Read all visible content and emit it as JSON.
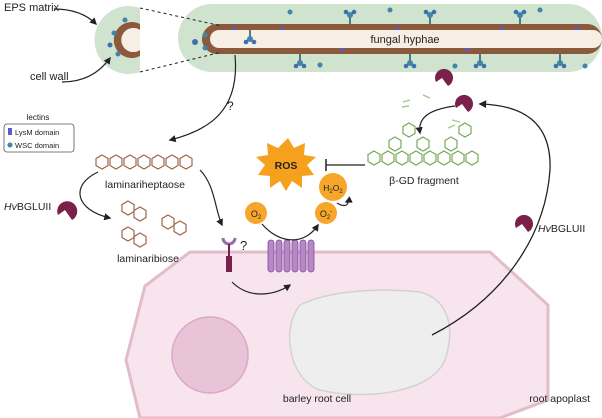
{
  "labels": {
    "eps_matrix": "EPS matrix",
    "cell_wall": "cell wall",
    "fungal_hyphae": "fungal hyphae",
    "question_top": "?",
    "question_receptor": "?",
    "lectins_title": "lectins",
    "lysm_domain": "LysM domain",
    "wsc_domain": "WSC domain",
    "hvbglu_left_italic": "Hv",
    "hvbglu_left_rest": "BGLUII",
    "hvbglu_right_italic": "Hv",
    "hvbglu_right_rest": "BGLUII",
    "laminariheptaose": "laminariheptaose",
    "laminaribiose": "laminaribiose",
    "ros": "ROS",
    "h2o2_h": "H",
    "h2o2_sub1": "2",
    "h2o2_o": "O",
    "h2o2_sub2": "2",
    "o2_left_o": "O",
    "o2_left_sub": "2",
    "o2_right_o": "O",
    "o2_right_sub": "2",
    "o2_right_sup": "-",
    "beta_gd_fragment": "β-GD fragment",
    "barley_root_cell": "barley root cell",
    "root_apoplast": "root apoplast"
  },
  "colors": {
    "eps": "#cfe3cf",
    "wall": "#8b5a3c",
    "hyphae_fill": "#f7eee4",
    "cell_fill": "#f8e4ec",
    "cell_stroke": "#e2bccb",
    "nucleus": "#e9c3d7",
    "vacuole": "#eeeeee",
    "enzyme": "#7b1f4b",
    "lysm": "#5a5ad0",
    "wsc": "#3f86a8",
    "sugar": "#a0674a",
    "beta_gd": "#77a95a",
    "ros": "#f5a11e",
    "o2": "#f5a62b",
    "receptor": "#9a6bb0",
    "arrow": "#222222"
  }
}
